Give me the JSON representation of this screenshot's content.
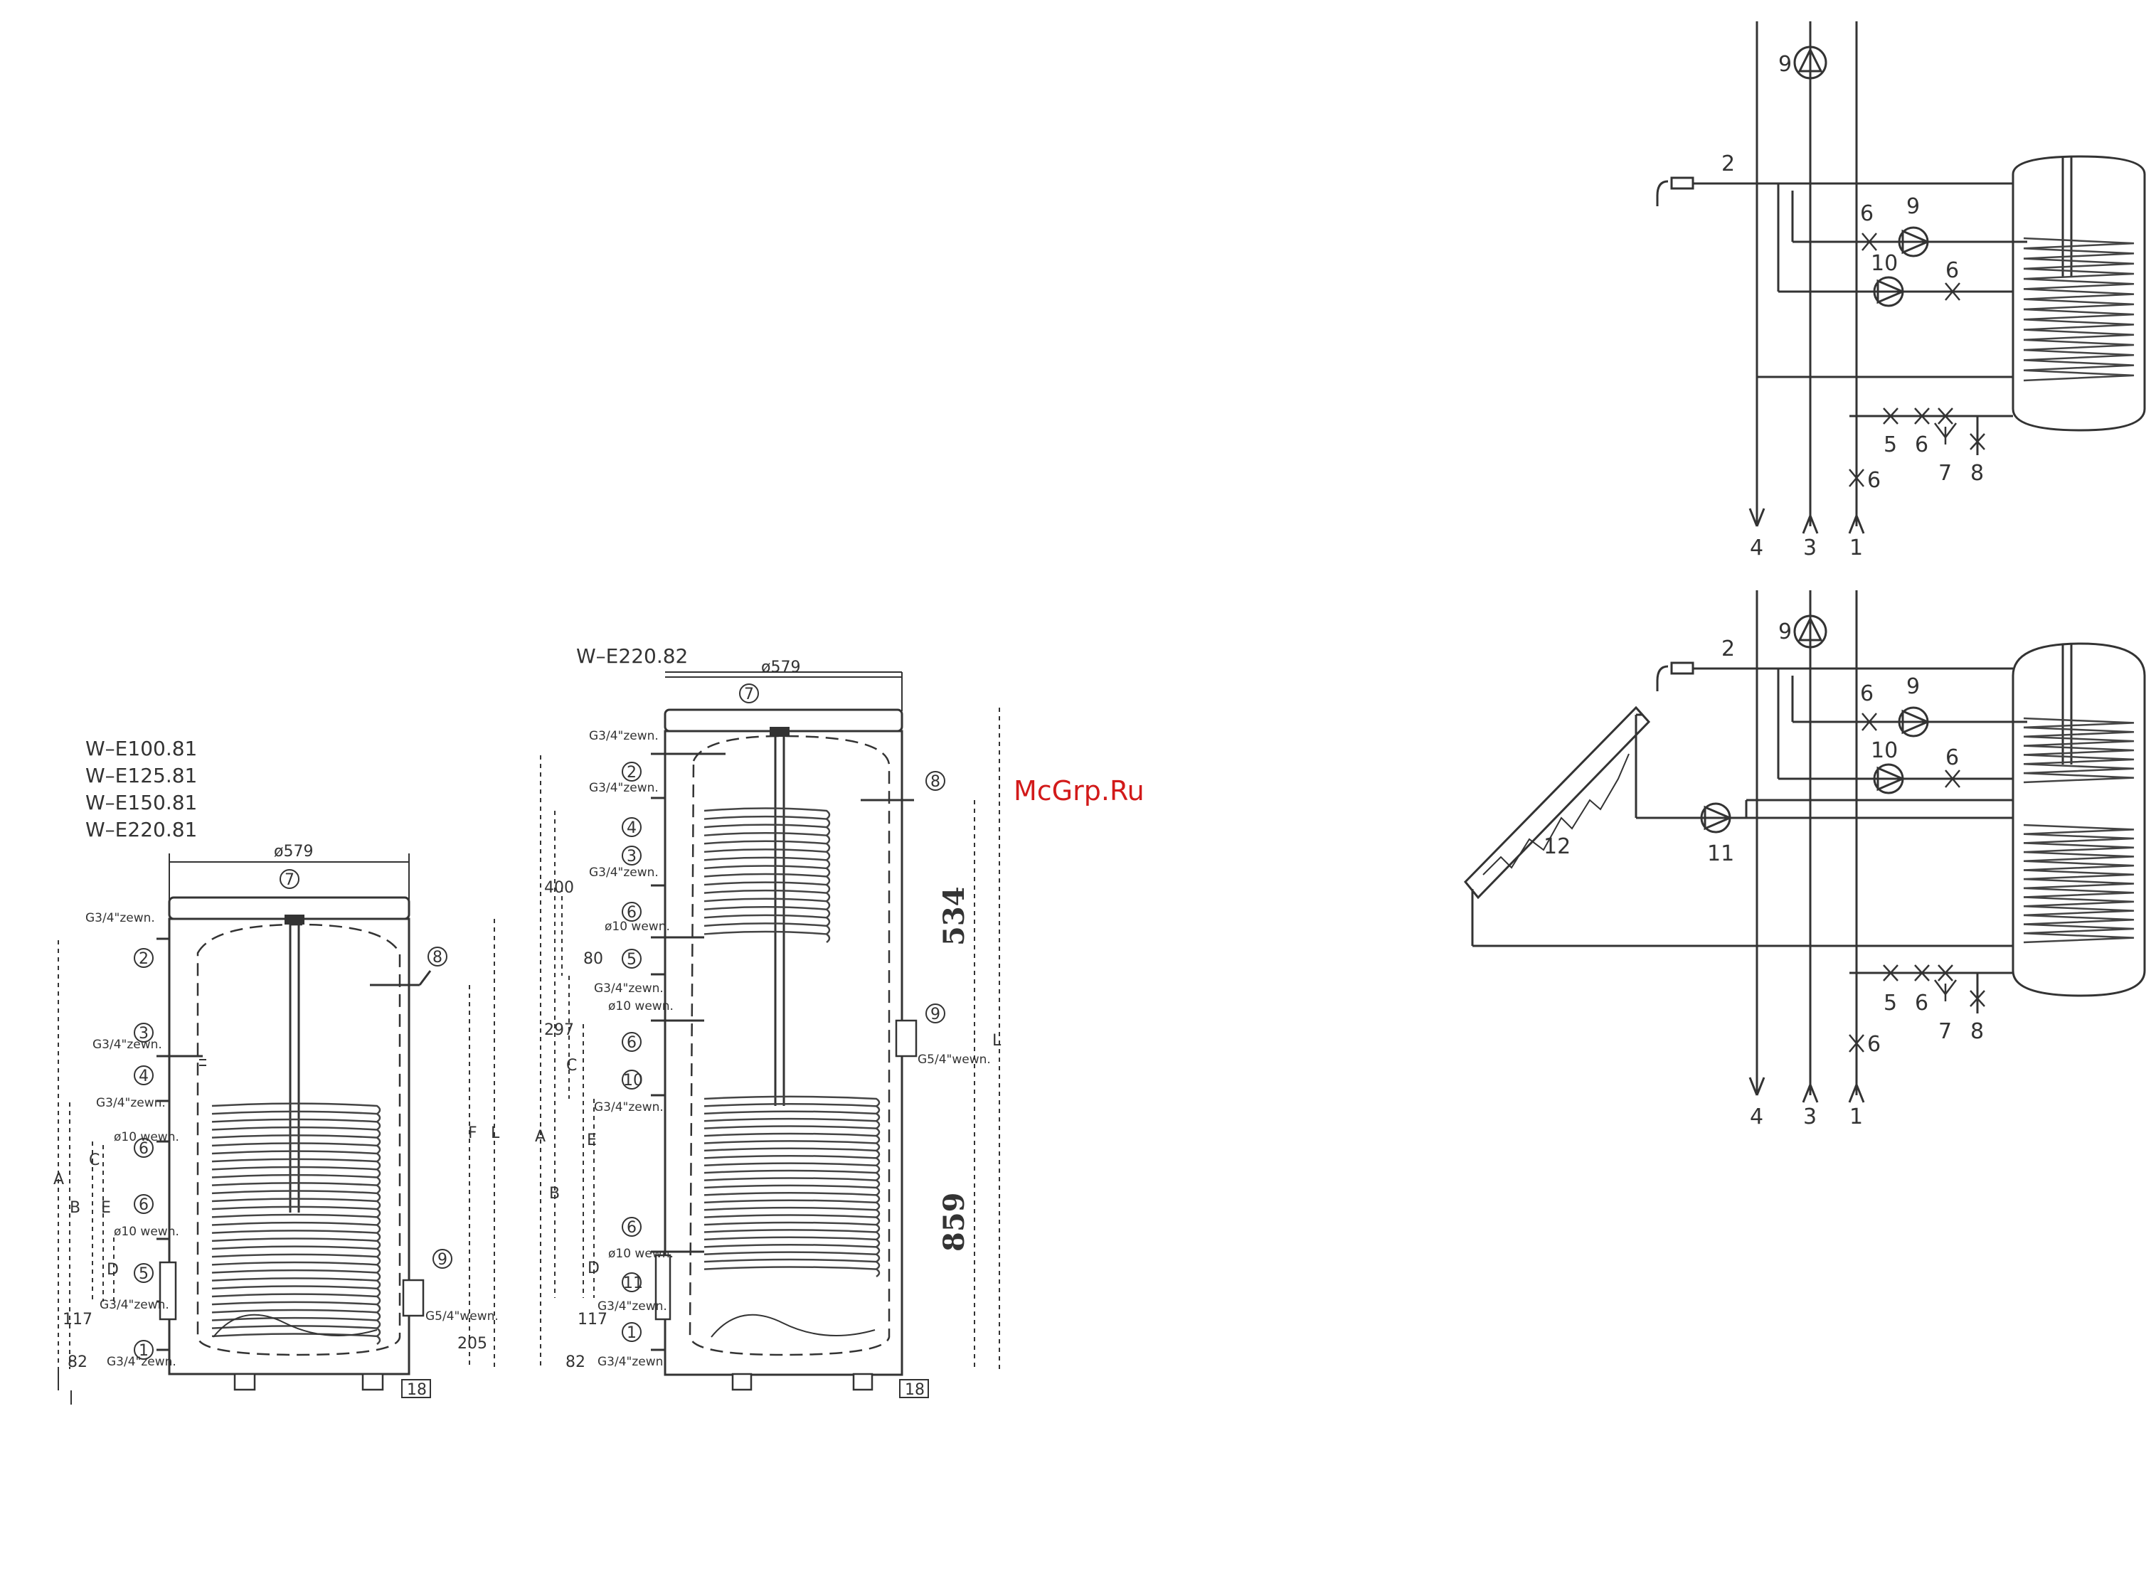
{
  "watermark": "McGrp.Ru",
  "left_drawing": {
    "models": [
      "W–E100.81",
      "W–E125.81",
      "W–E150.81",
      "W–E220.81"
    ],
    "diameter": "ø579",
    "thread_g34": "G3/4\"zewn.",
    "thread_g54": "G5/4\"wewn.",
    "sleeve_10": "ø10 wewn.",
    "dims": {
      "A": "A",
      "B": "B",
      "C": "C",
      "D": "D",
      "E": "E",
      "F": "F",
      "L": "L",
      "d117": "117",
      "d82": "82",
      "d205": "205",
      "d18": "18"
    },
    "markers": [
      "1",
      "2",
      "3",
      "4",
      "5",
      "6",
      "7",
      "8",
      "9"
    ]
  },
  "right_drawing": {
    "model": "W–E220.82",
    "diameter": "ø579",
    "dims": {
      "d400": "400",
      "d80": "80",
      "d297": "297",
      "d534": "534",
      "d859": "859",
      "d117": "117",
      "d82": "82",
      "d18": "18"
    },
    "markers": [
      "1",
      "2",
      "3",
      "4",
      "5",
      "6",
      "7",
      "8",
      "9",
      "10",
      "11"
    ]
  },
  "schematic_top": {
    "labels": {
      "n1": "1",
      "n2": "2",
      "n3": "3",
      "n4": "4",
      "n5": "5",
      "n6": "6",
      "n7": "7",
      "n8": "8",
      "n9": "9",
      "n10": "10"
    }
  },
  "schematic_bottom": {
    "labels": {
      "n1": "1",
      "n2": "2",
      "n3": "3",
      "n4": "4",
      "n5": "5",
      "n6": "6",
      "n7": "7",
      "n8": "8",
      "n9": "9",
      "n10": "10",
      "n11": "11",
      "n12": "12"
    }
  }
}
